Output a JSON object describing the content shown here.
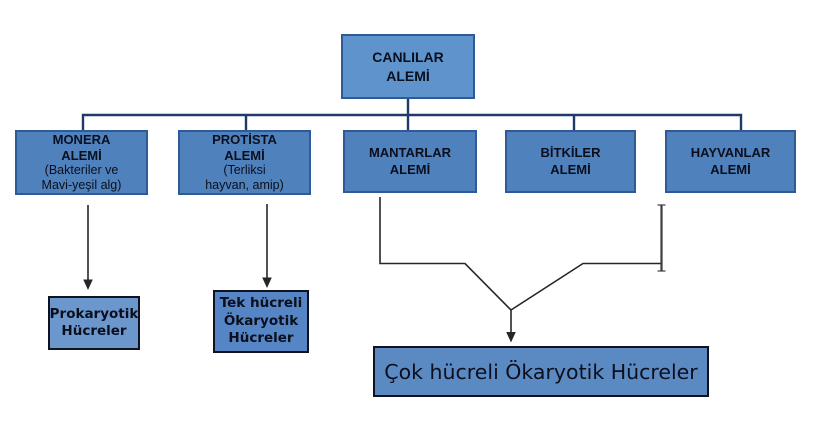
{
  "diagram": {
    "root": {
      "title": "CANLILAR\nALEMİ"
    },
    "kingdoms": [
      {
        "title": "MONERA\nALEMİ",
        "subtitle": "(Bakteriler ve\nMavi-yeşil alg)"
      },
      {
        "title": "PROTİSTA\nALEMİ",
        "subtitle": "(Terliksi\nhayvan, amip)"
      },
      {
        "title": "MANTARLAR\nALEMİ"
      },
      {
        "title": "BİTKİLER\nALEMİ"
      },
      {
        "title": "HAYVANLAR\nALEMİ"
      }
    ],
    "cell_types": {
      "prokaryotic": "Prokaryotik\nHücreler",
      "single_celled_eukaryotic": "Tek hücreli\nÖkaryotik\nHücreler",
      "multicellular_eukaryotic": "Çok hücreli Ökaryotik Hücreler"
    },
    "colors": {
      "background": "#ffffff",
      "box_fill": "#4f81bd",
      "box_fill_light": "#5e93cc",
      "box_border_blue": "#2e5b96",
      "box_border_dark": "#10131f",
      "connector_tree": "#1f3a68",
      "connector_black": "#262626",
      "connector_gray": "#3d3d3d",
      "text": "#0b0f1d"
    }
  }
}
